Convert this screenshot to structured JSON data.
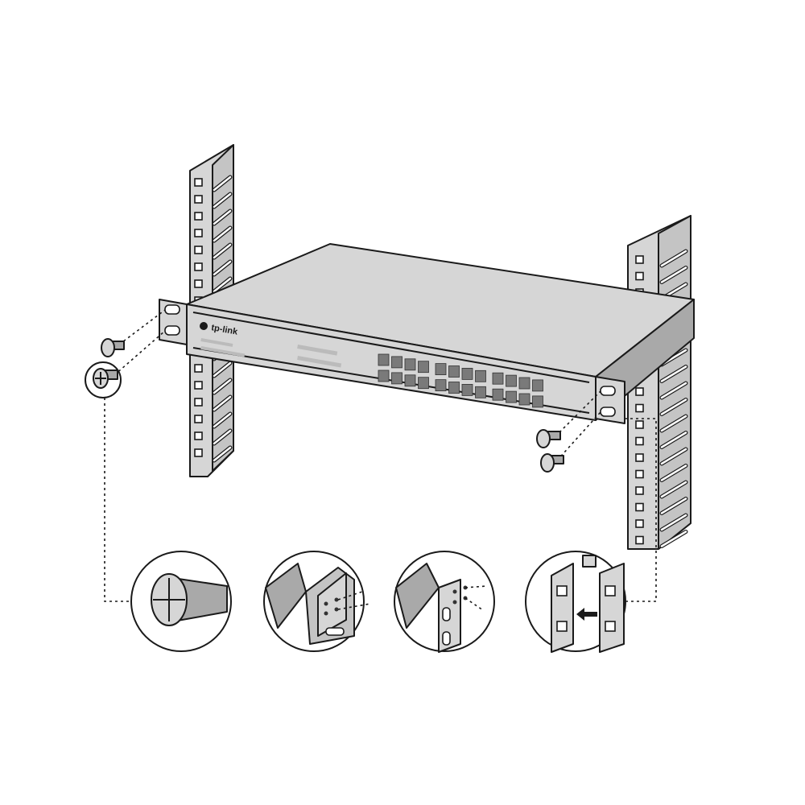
{
  "figure": {
    "logo_text": "tp-link",
    "colors": {
      "line": "#1a1a1a",
      "metal": "#d6d6d6",
      "shade": "#a9a9a9",
      "background": "#ffffff"
    },
    "ports_per_row": 12,
    "port_rows": 2,
    "detail_callouts": [
      "screw-closeup",
      "bracket-attach-left",
      "bracket-attach-right",
      "cage-nut-insert"
    ]
  }
}
